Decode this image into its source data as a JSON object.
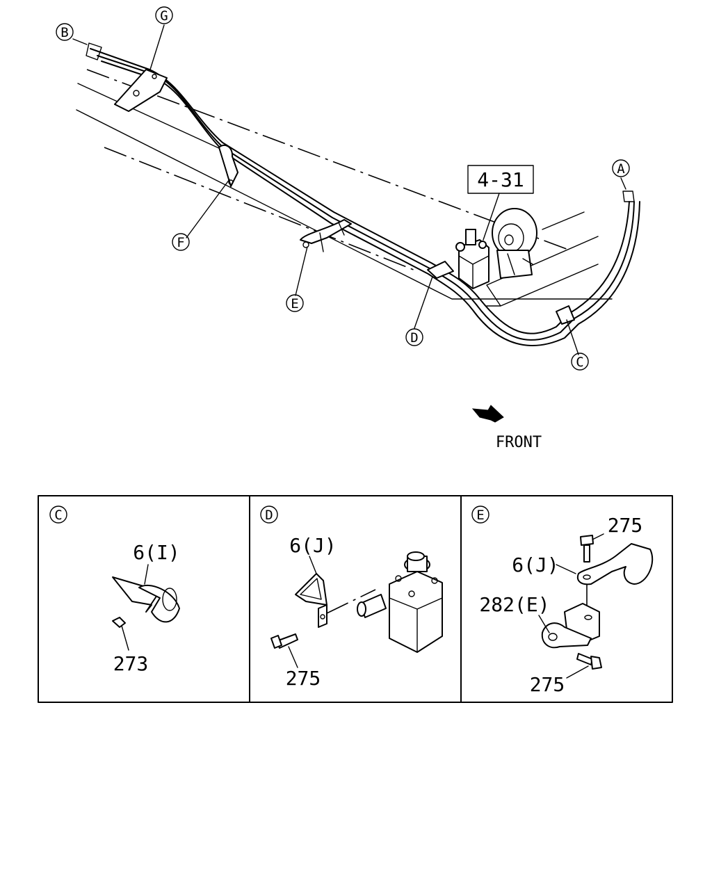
{
  "callouts": {
    "a": "A",
    "b": "B",
    "c": "C",
    "d": "D",
    "e": "E",
    "f": "F",
    "g": "G"
  },
  "ref_box": "4-31",
  "direction_label": "FRONT",
  "details": [
    {
      "letter": "C",
      "parts": [
        "6(I)",
        "273"
      ]
    },
    {
      "letter": "D",
      "parts": [
        "6(J)",
        "275"
      ]
    },
    {
      "letter": "E",
      "parts": [
        "275",
        "6(J)",
        "282(E)",
        "275"
      ]
    }
  ]
}
